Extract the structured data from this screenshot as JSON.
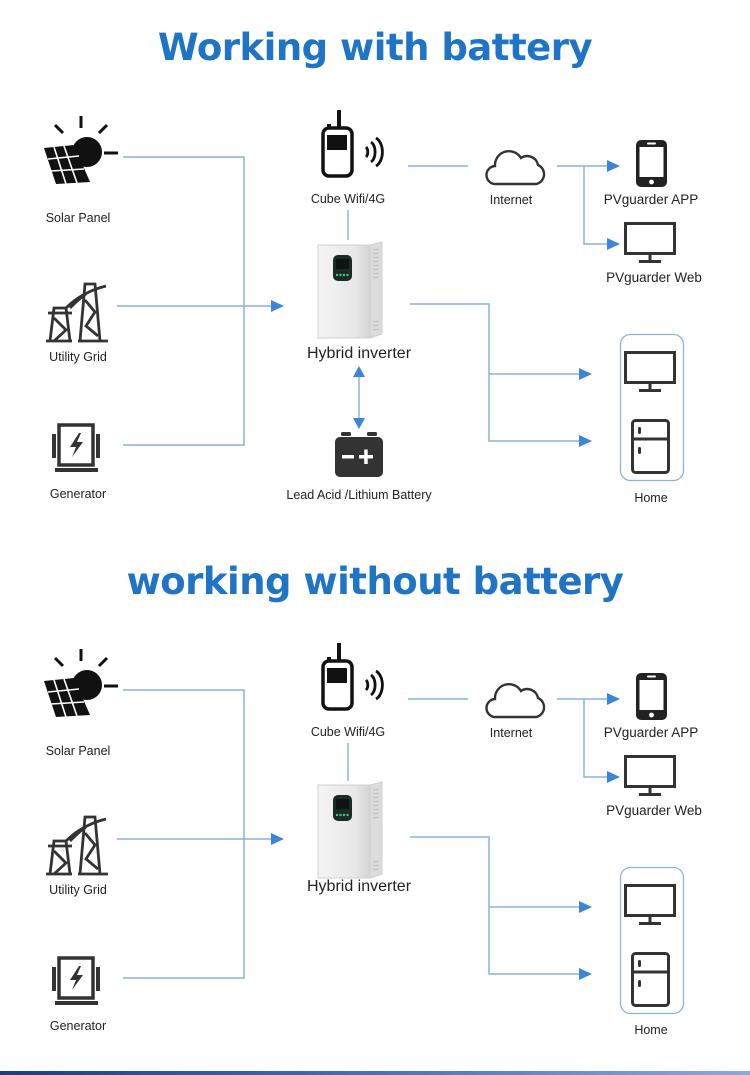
{
  "colors": {
    "title": "#1f74c6",
    "connector": "#8ab2dc",
    "arrow": "#3b86d9",
    "icon": "#222222",
    "home_border": "#8ab2dc"
  },
  "sections": [
    {
      "title": "Working with battery",
      "sources": [
        {
          "label": "Solar Panel",
          "icon": "solar-panel-icon"
        },
        {
          "label": "Utility Grid",
          "icon": "transmission-tower-icon"
        },
        {
          "label": "Generator",
          "icon": "generator-icon"
        }
      ],
      "wifi": {
        "label": "Cube Wifi/4G",
        "icon": "wifi-module-icon"
      },
      "inverter": {
        "label": "Hybrid inverter",
        "icon": "inverter-image"
      },
      "battery": {
        "label": "Lead Acid /Lithium Battery",
        "icon": "battery-icon"
      },
      "internet": {
        "label": "Internet",
        "icon": "cloud-icon"
      },
      "app": {
        "label": "PVguarder APP",
        "icon": "smartphone-icon"
      },
      "web": {
        "label": "PVguarder Web",
        "icon": "monitor-icon"
      },
      "home": {
        "label": "Home",
        "icons": [
          "tv-icon",
          "refrigerator-icon"
        ]
      }
    },
    {
      "title": "working without battery",
      "sources": [
        {
          "label": "Solar Panel",
          "icon": "solar-panel-icon"
        },
        {
          "label": "Utility Grid",
          "icon": "transmission-tower-icon"
        },
        {
          "label": "Generator",
          "icon": "generator-icon"
        }
      ],
      "wifi": {
        "label": "Cube Wifi/4G",
        "icon": "wifi-module-icon"
      },
      "inverter": {
        "label": "Hybrid inverter",
        "icon": "inverter-image"
      },
      "internet": {
        "label": "Internet",
        "icon": "cloud-icon"
      },
      "app": {
        "label": "PVguarder APP",
        "icon": "smartphone-icon"
      },
      "web": {
        "label": "PVguarder Web",
        "icon": "monitor-icon"
      },
      "home": {
        "label": "Home",
        "icons": [
          "tv-icon",
          "refrigerator-icon"
        ]
      }
    }
  ]
}
